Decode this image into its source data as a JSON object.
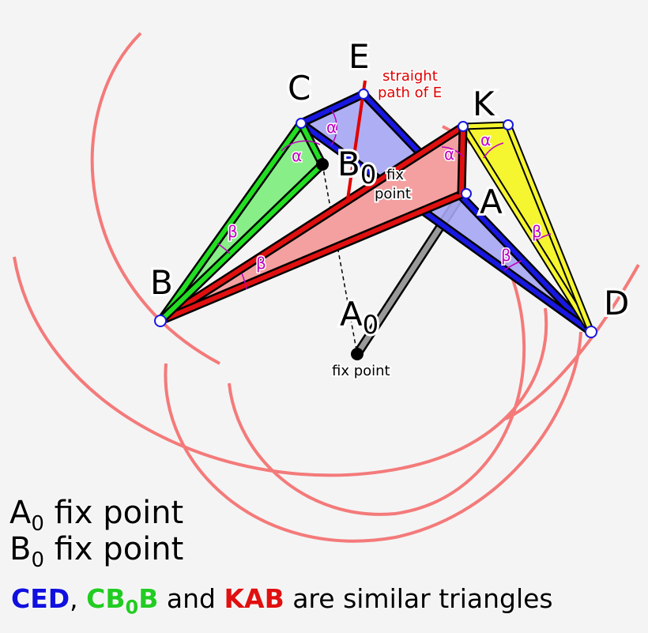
{
  "points": {
    "E": "E",
    "C": "C",
    "K": "K",
    "B0": "B",
    "B0_sub": "0",
    "A": "A",
    "B": "B",
    "D": "D",
    "A0": "A",
    "A0_sub": "0"
  },
  "annotations": {
    "path_line1": "straight",
    "path_line2": "path of E",
    "b0_fix1": "fix",
    "b0_fix2": "point",
    "a0_fix": "fix point"
  },
  "angles": {
    "alpha": "α",
    "beta": "β"
  },
  "legend": {
    "a0_sym": "A",
    "a0_sub": "0",
    "a0_text": " fix point",
    "b0_sym": "B",
    "b0_sub": "0",
    "b0_text": " fix point"
  },
  "note": {
    "ced": "CED",
    "sep1": ", ",
    "cb": "CB",
    "cb_sub": "0",
    "cb_end": "B",
    "and": " and ",
    "kab": "KAB",
    "rest": " are similar triangles"
  },
  "colors": {
    "blue": "#1010e0",
    "green": "#22cc22",
    "red": "#e01010",
    "yellow": "#f5f530",
    "arc": "#f47a7a"
  }
}
